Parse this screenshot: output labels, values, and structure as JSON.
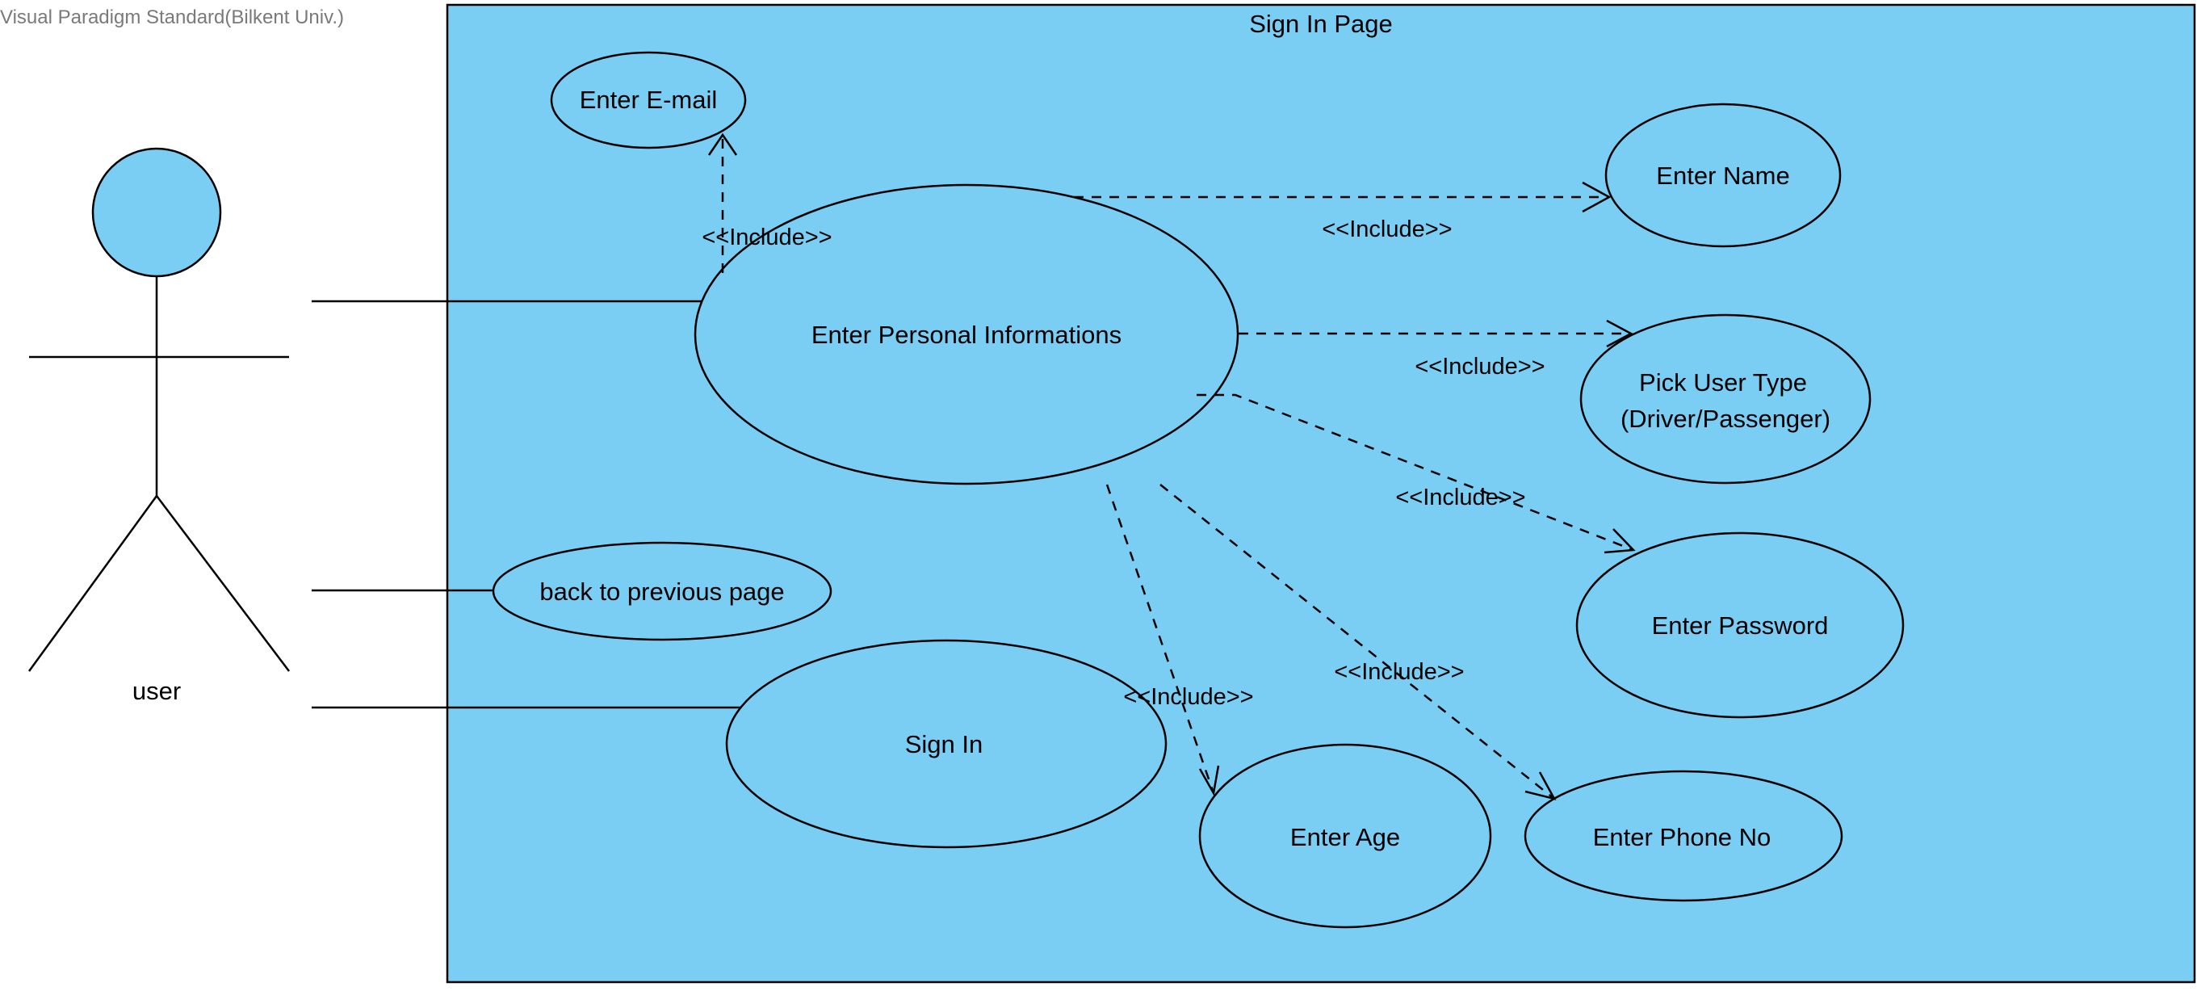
{
  "watermark": "Visual Paradigm Standard(Bilkent Univ.)",
  "colors": {
    "fill": "#7ACEF4",
    "stroke": "#000000",
    "background": "#FFFFFF"
  },
  "system": {
    "title": "Sign In Page"
  },
  "actor": {
    "name": "user"
  },
  "use_cases": {
    "email": "Enter E-mail",
    "personal": "Enter Personal Informations",
    "name": "Enter Name",
    "user_type_line1": "Pick User Type",
    "user_type_line2": "(Driver/Passenger)",
    "password": "Enter Password",
    "back": "back to previous page",
    "sign_in": "Sign In",
    "age": "Enter Age",
    "phone": "Enter Phone No"
  },
  "relations": {
    "include_email": "<<Include>>",
    "include_name": "<<Include>>",
    "include_type": "<<Include>>",
    "include_password": "<<Include>>",
    "include_age": "<<Include>>",
    "include_phone": "<<Include>>"
  }
}
